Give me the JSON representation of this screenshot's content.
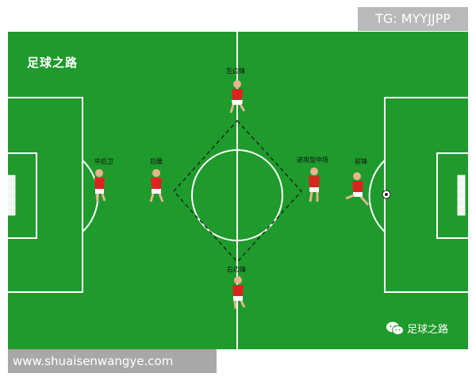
{
  "badge": {
    "text": "TG: MYYJJPP"
  },
  "site": {
    "url": "www.shuaisenwangye.com"
  },
  "diagram": {
    "title": "足球之路",
    "positions": {
      "left_wing": "左边锋",
      "center_back": "中后卫",
      "defensive_mid": "后腰",
      "attacking_mid": "进攻型中场",
      "forward": "前锋",
      "right_wing": "右边锋"
    },
    "watermark": "足球之路"
  },
  "colors": {
    "grass": "#1f9a2c",
    "lines": "#ffffff",
    "jersey": "#d8261f",
    "shorts": "#ffffff",
    "formation_line": "#1a1a1a"
  }
}
